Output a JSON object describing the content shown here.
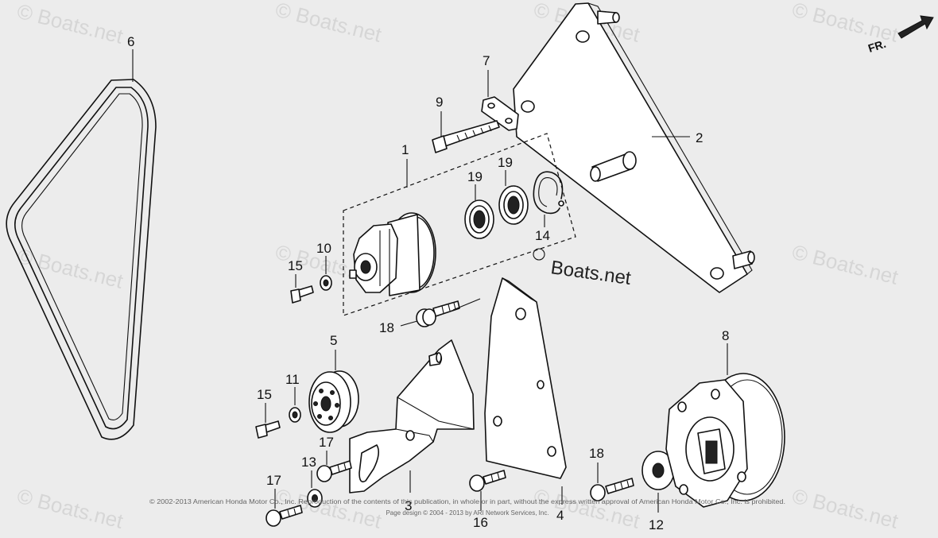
{
  "diagram": {
    "watermark_text": "© Boats.net",
    "brand_label": "Boats.net",
    "direction_label": "FR.",
    "copyright_line1": "© 2002-2013 American Honda Motor Co., Inc. Reproduction of the contents of this publication, in whole or in part, without the express written approval of American Honda Motor Co., Inc. is prohibited.",
    "copyright_line2": "Page design © 2004 - 2013 by ARI Network Services, Inc.",
    "callouts": {
      "c1": "1",
      "c2": "2",
      "c3": "3",
      "c4": "4",
      "c5": "5",
      "c6": "6",
      "c7": "7",
      "c8": "8",
      "c9": "9",
      "c10": "10",
      "c11": "11",
      "c12": "12",
      "c13": "13",
      "c14": "14",
      "c15a": "15",
      "c15b": "15",
      "c16": "16",
      "c17a": "17",
      "c17b": "17",
      "c18a": "18",
      "c18b": "18",
      "c19a": "19",
      "c19b": "19"
    }
  }
}
